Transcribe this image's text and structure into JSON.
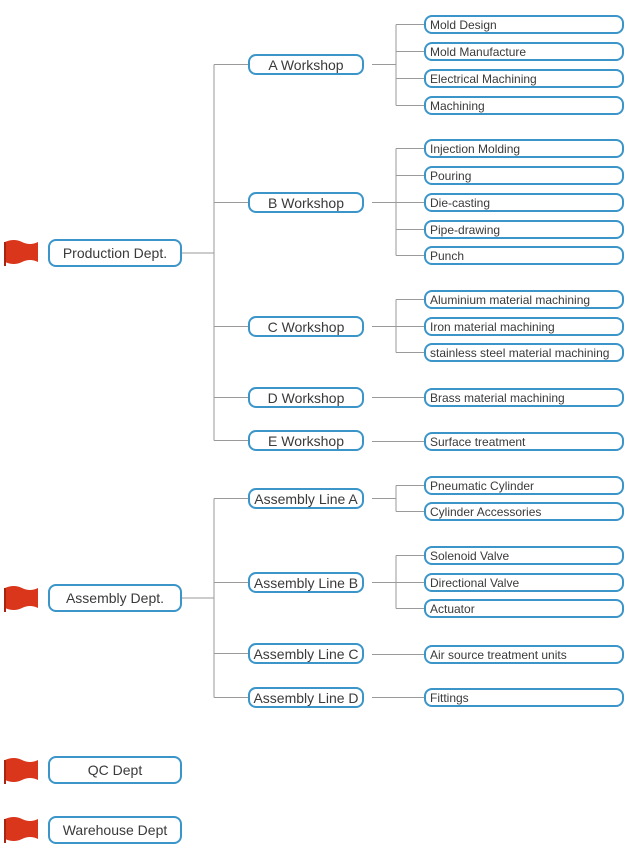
{
  "colors": {
    "box_border": "#3b95c9",
    "connector": "#9a9a9a",
    "flag": "#d9361b",
    "flag_dark": "#a82611"
  },
  "departments": [
    {
      "label": "Production Dept.",
      "groups": [
        {
          "label": "A Workshop",
          "items": [
            "Mold Design",
            "Mold Manufacture",
            "Electrical Machining",
            "Machining"
          ]
        },
        {
          "label": "B Workshop",
          "items": [
            "Injection Molding",
            "Pouring",
            "Die-casting",
            "Pipe-drawing",
            "Punch"
          ]
        },
        {
          "label": "C Workshop",
          "items": [
            "Aluminium material machining",
            "Iron material machining",
            "stainless steel material machining"
          ]
        },
        {
          "label": "D Workshop",
          "items": [
            "Brass material machining"
          ]
        },
        {
          "label": "E Workshop",
          "items": [
            "Surface treatment"
          ]
        }
      ]
    },
    {
      "label": "Assembly Dept.",
      "groups": [
        {
          "label": "Assembly Line A",
          "items": [
            "Pneumatic Cylinder",
            "Cylinder Accessories"
          ]
        },
        {
          "label": "Assembly Line B",
          "items": [
            "Solenoid Valve",
            "Directional Valve",
            "Actuator"
          ]
        },
        {
          "label": "Assembly Line C",
          "items": [
            "Air source treatment units"
          ]
        },
        {
          "label": "Assembly Line D",
          "items": [
            "Fittings"
          ]
        }
      ]
    },
    {
      "label": "QC Dept",
      "groups": []
    },
    {
      "label": "Warehouse Dept",
      "groups": []
    }
  ]
}
